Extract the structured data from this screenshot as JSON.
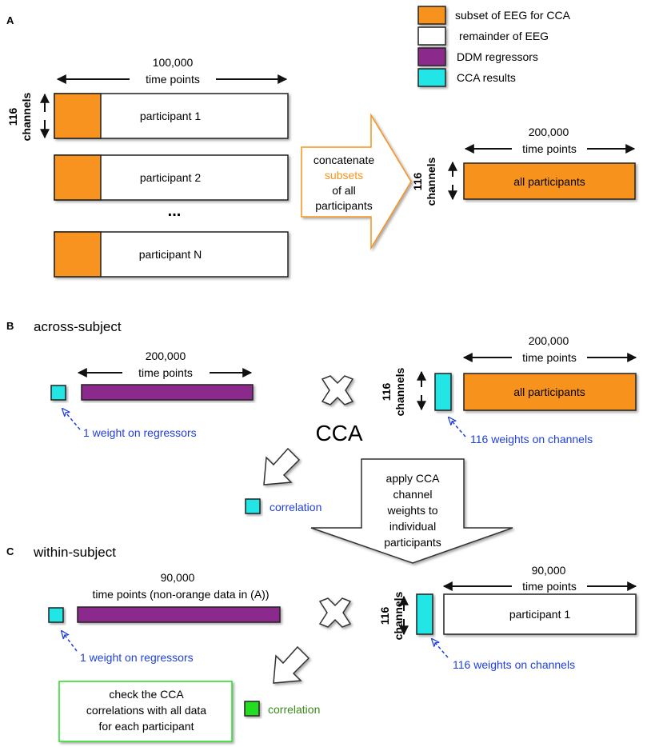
{
  "colors": {
    "orange": "#F7931E",
    "white": "#FFFFFF",
    "purple": "#8B2A8C",
    "cyan": "#22E5E5",
    "green": "#22DD22",
    "blue_text": "#1F3FE0",
    "orange_text": "#F7931E",
    "green_text": "#3A8A1A"
  },
  "legend": {
    "items": [
      {
        "label": "subset of EEG for CCA",
        "color": "#F7931E"
      },
      {
        "label": "remainder of EEG",
        "color": "#FFFFFF"
      },
      {
        "label": "DDM regressors",
        "color": "#8B2A8C"
      },
      {
        "label": "CCA results",
        "color": "#22E5E5"
      }
    ]
  },
  "panel_a": {
    "letter": "A",
    "timepoints_count": "100,000",
    "timepoints_label": "time points",
    "channels_count": "116",
    "channels_label": "channels",
    "participants": [
      "participant 1",
      "participant 2",
      "participant N"
    ],
    "ellipsis": "...",
    "concatenate": {
      "line1": "concatenate",
      "line2": "subsets",
      "line3": "of all",
      "line4": "participants"
    },
    "result_timepoints_count": "200,000",
    "result_timepoints_label": "time points",
    "result_channels_count": "116",
    "result_channels_label": "channels",
    "result_label": "all participants"
  },
  "panel_b": {
    "letter": "B",
    "title": "across-subject",
    "timepoints_count": "200,000",
    "timepoints_label": "time points",
    "regressor_weight_label": "1 weight on regressors",
    "cca_label": "CCA",
    "right_timepoints_count": "200,000",
    "right_timepoints_label": "time points",
    "channels_count": "116",
    "channels_label": "channels",
    "all_participants_label": "all participants",
    "channel_weights_label": "116 weights on channels",
    "correlation_label": "correlation",
    "apply": {
      "line1": "apply CCA",
      "line2": "channel",
      "line3": "weights to",
      "line4": "individual",
      "line5": "participants"
    }
  },
  "panel_c": {
    "letter": "C",
    "title": "within-subject",
    "timepoints_count": "90,000",
    "timepoints_label": "time points (non-orange data in (A))",
    "regressor_weight_label": "1 weight on regressors",
    "right_timepoints_count": "90,000",
    "right_timepoints_label": "time points",
    "channels_count": "116",
    "channels_label": "channels",
    "participant_label": "participant 1",
    "channel_weights_label": "116 weights on channels",
    "check": {
      "line1": "check the CCA",
      "line2": "correlations with all data",
      "line3": "for each participant"
    },
    "correlation_label": "correlation"
  }
}
